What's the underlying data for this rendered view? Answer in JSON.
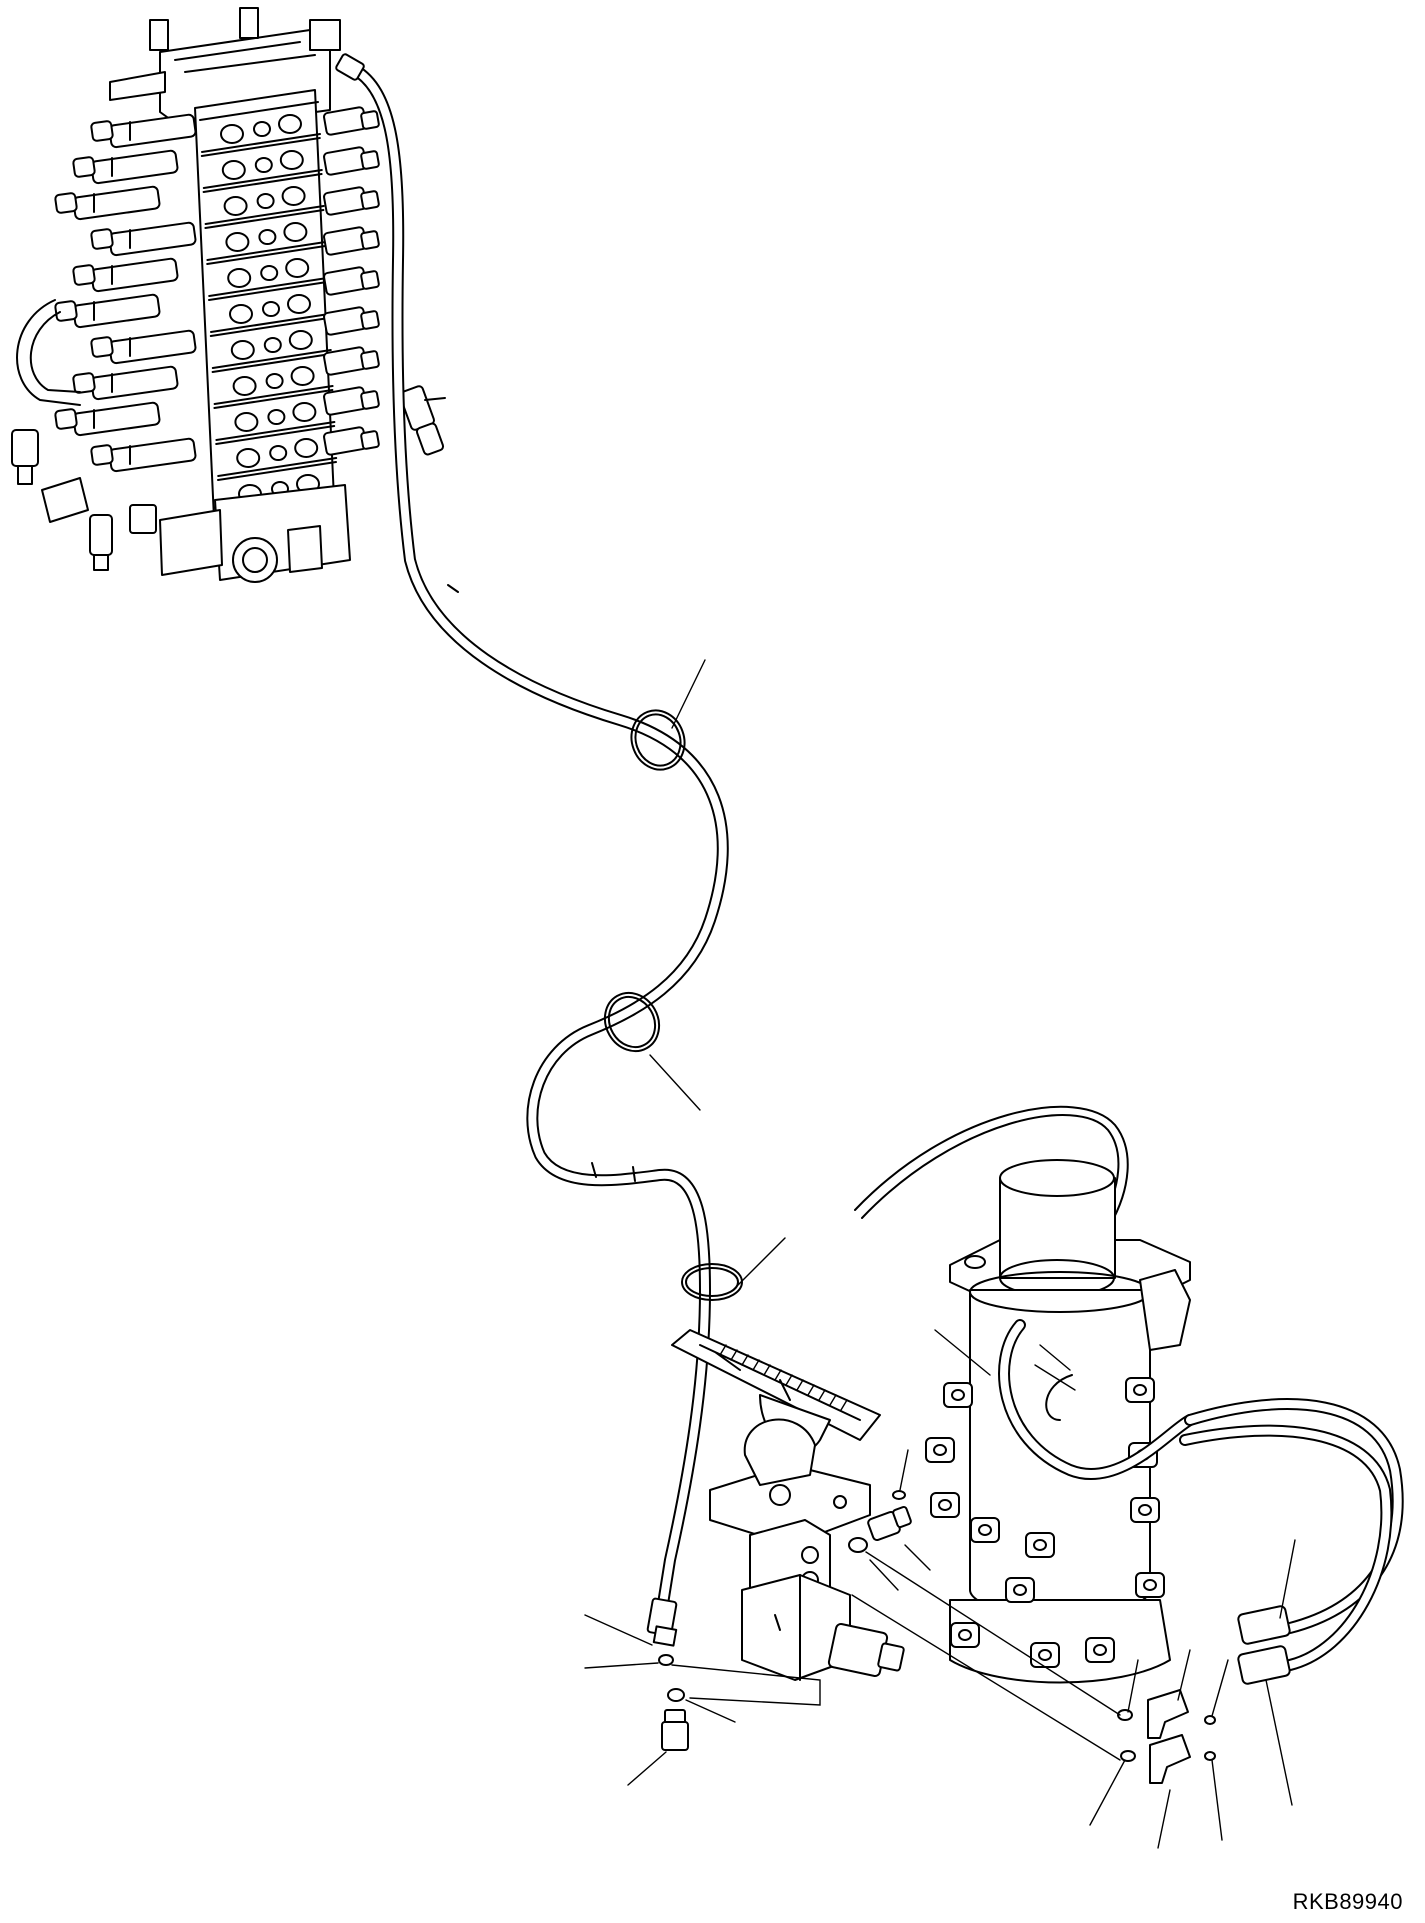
{
  "drawing": {
    "code": "RKB89940"
  },
  "components": [
    "control-valve",
    "pilot-hose",
    "hose-clamp",
    "travel-pedal-valve",
    "swivel-joint",
    "elbow-fitting",
    "connector-fitting",
    "o-ring",
    "leader-line"
  ],
  "colors": {
    "line": "#000000",
    "background": "#ffffff"
  }
}
